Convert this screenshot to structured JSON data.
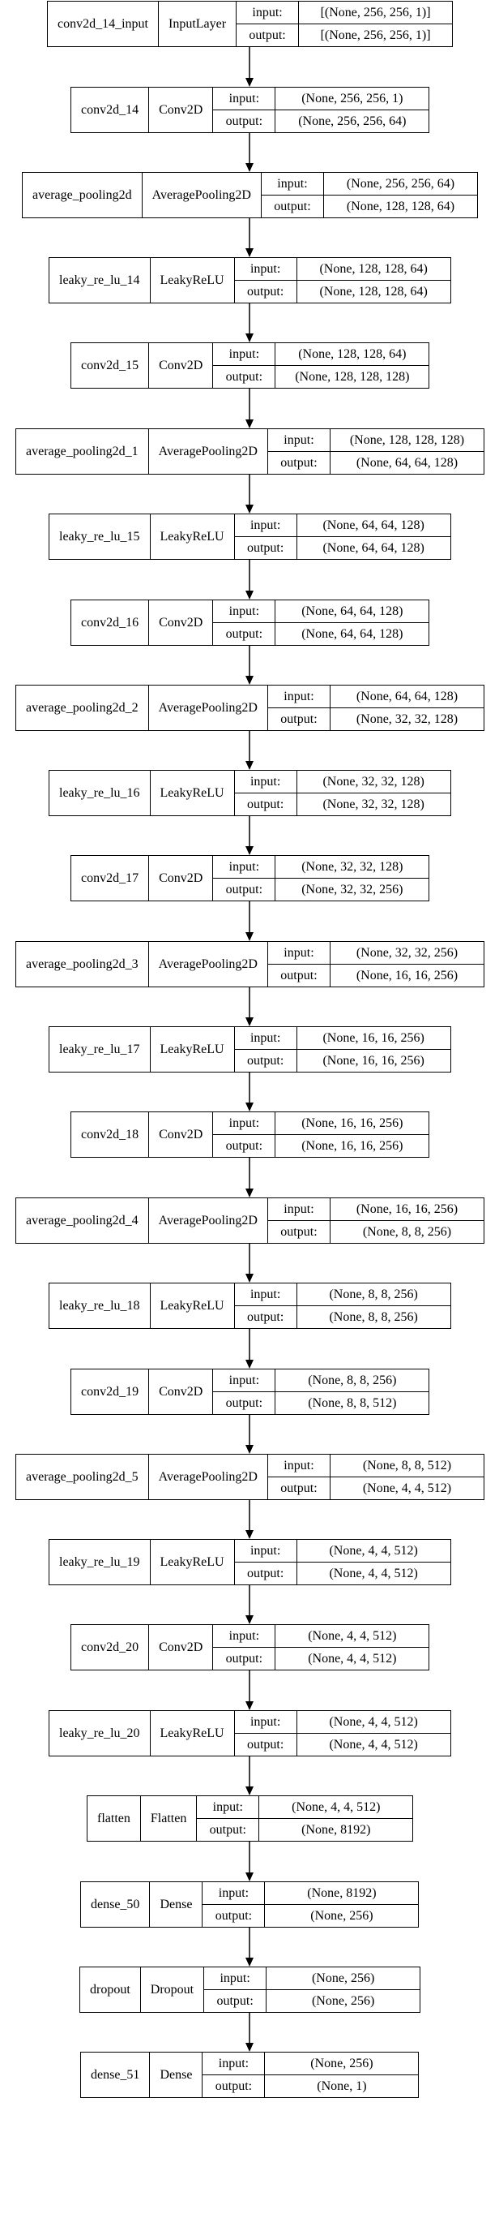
{
  "diagram": {
    "labels": {
      "input": "input:",
      "output": "output:"
    },
    "layers": [
      {
        "name": "conv2d_14_input",
        "type": "InputLayer",
        "input": "[(None, 256, 256, 1)]",
        "output": "[(None, 256, 256, 1)]"
      },
      {
        "name": "conv2d_14",
        "type": "Conv2D",
        "input": "(None, 256, 256, 1)",
        "output": "(None, 256, 256, 64)"
      },
      {
        "name": "average_pooling2d",
        "type": "AveragePooling2D",
        "input": "(None, 256, 256, 64)",
        "output": "(None, 128, 128, 64)"
      },
      {
        "name": "leaky_re_lu_14",
        "type": "LeakyReLU",
        "input": "(None, 128, 128, 64)",
        "output": "(None, 128, 128, 64)"
      },
      {
        "name": "conv2d_15",
        "type": "Conv2D",
        "input": "(None, 128, 128, 64)",
        "output": "(None, 128, 128, 128)"
      },
      {
        "name": "average_pooling2d_1",
        "type": "AveragePooling2D",
        "input": "(None, 128, 128, 128)",
        "output": "(None, 64, 64, 128)"
      },
      {
        "name": "leaky_re_lu_15",
        "type": "LeakyReLU",
        "input": "(None, 64, 64, 128)",
        "output": "(None, 64, 64, 128)"
      },
      {
        "name": "conv2d_16",
        "type": "Conv2D",
        "input": "(None, 64, 64, 128)",
        "output": "(None, 64, 64, 128)"
      },
      {
        "name": "average_pooling2d_2",
        "type": "AveragePooling2D",
        "input": "(None, 64, 64, 128)",
        "output": "(None, 32, 32, 128)"
      },
      {
        "name": "leaky_re_lu_16",
        "type": "LeakyReLU",
        "input": "(None, 32, 32, 128)",
        "output": "(None, 32, 32, 128)"
      },
      {
        "name": "conv2d_17",
        "type": "Conv2D",
        "input": "(None, 32, 32, 128)",
        "output": "(None, 32, 32, 256)"
      },
      {
        "name": "average_pooling2d_3",
        "type": "AveragePooling2D",
        "input": "(None, 32, 32, 256)",
        "output": "(None, 16, 16, 256)"
      },
      {
        "name": "leaky_re_lu_17",
        "type": "LeakyReLU",
        "input": "(None, 16, 16, 256)",
        "output": "(None, 16, 16, 256)"
      },
      {
        "name": "conv2d_18",
        "type": "Conv2D",
        "input": "(None, 16, 16, 256)",
        "output": "(None, 16, 16, 256)"
      },
      {
        "name": "average_pooling2d_4",
        "type": "AveragePooling2D",
        "input": "(None, 16, 16, 256)",
        "output": "(None, 8, 8, 256)"
      },
      {
        "name": "leaky_re_lu_18",
        "type": "LeakyReLU",
        "input": "(None, 8, 8, 256)",
        "output": "(None, 8, 8, 256)"
      },
      {
        "name": "conv2d_19",
        "type": "Conv2D",
        "input": "(None, 8, 8, 256)",
        "output": "(None, 8, 8, 512)"
      },
      {
        "name": "average_pooling2d_5",
        "type": "AveragePooling2D",
        "input": "(None, 8, 8, 512)",
        "output": "(None, 4, 4, 512)"
      },
      {
        "name": "leaky_re_lu_19",
        "type": "LeakyReLU",
        "input": "(None, 4, 4, 512)",
        "output": "(None, 4, 4, 512)"
      },
      {
        "name": "conv2d_20",
        "type": "Conv2D",
        "input": "(None, 4, 4, 512)",
        "output": "(None, 4, 4, 512)"
      },
      {
        "name": "leaky_re_lu_20",
        "type": "LeakyReLU",
        "input": "(None, 4, 4, 512)",
        "output": "(None, 4, 4, 512)"
      },
      {
        "name": "flatten",
        "type": "Flatten",
        "input": "(None, 4, 4, 512)",
        "output": "(None, 8192)"
      },
      {
        "name": "dense_50",
        "type": "Dense",
        "input": "(None, 8192)",
        "output": "(None, 256)"
      },
      {
        "name": "dropout",
        "type": "Dropout",
        "input": "(None, 256)",
        "output": "(None, 256)"
      },
      {
        "name": "dense_51",
        "type": "Dense",
        "input": "(None, 256)",
        "output": "(None, 1)"
      }
    ]
  }
}
